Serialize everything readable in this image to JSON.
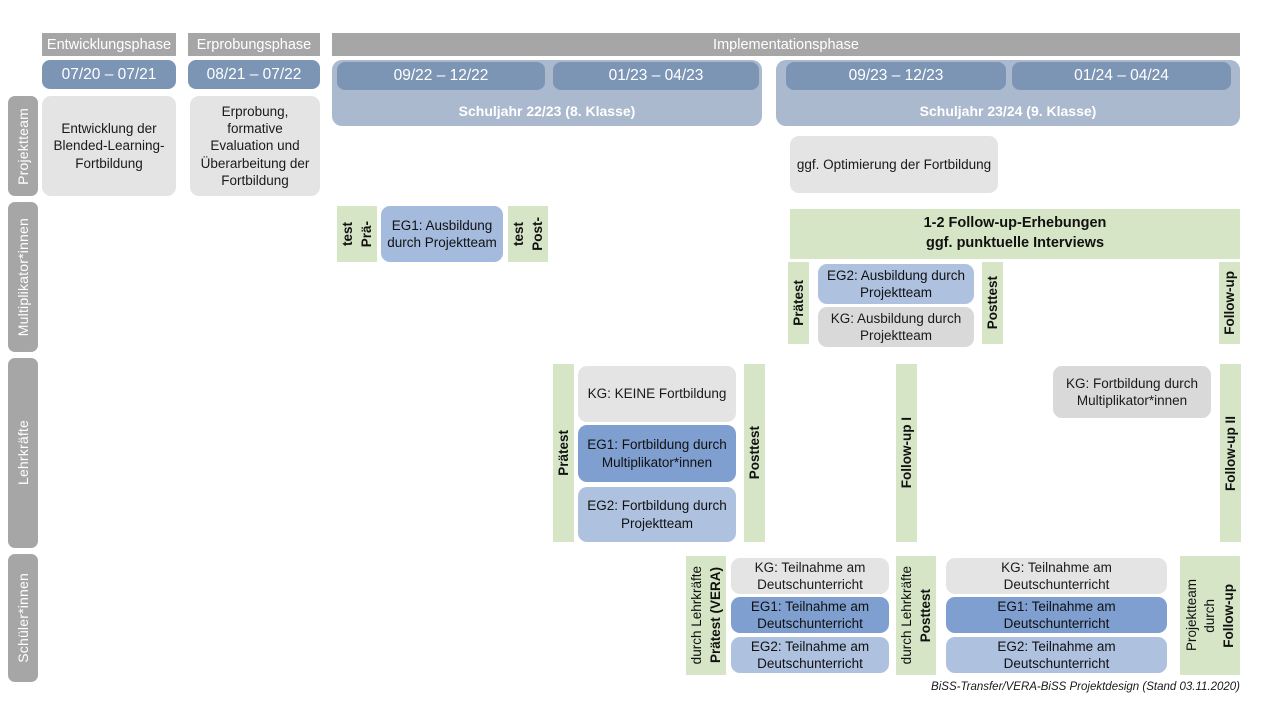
{
  "meta": {
    "footer_note": "BiSS-Transfer/VERA-BiSS Projektdesign (Stand 03.11.2020)"
  },
  "colors": {
    "grey_header": "#a6a6a6",
    "period_pill": "#7d95b4",
    "year_band": "#aab9cd",
    "box_grey": "#e4e4e4",
    "box_blue_dark": "#7f9fd0",
    "box_blue_light": "#aec2e0",
    "green_strip": "#d6e5c6"
  },
  "phases": [
    {
      "id": "entwicklung",
      "label": "Entwicklungsphase"
    },
    {
      "id": "erprobung",
      "label": "Erprobungsphase"
    },
    {
      "id": "implementation",
      "label": "Implementationsphase"
    }
  ],
  "periods": [
    {
      "id": "p1",
      "label": "07/20 – 07/21"
    },
    {
      "id": "p2",
      "label": "08/21 – 07/22"
    },
    {
      "id": "p3",
      "label": "09/22 – 12/22"
    },
    {
      "id": "p4",
      "label": "01/23 – 04/23"
    },
    {
      "id": "p5",
      "label": "09/23 – 12/23"
    },
    {
      "id": "p6",
      "label": "01/24 – 04/24"
    }
  ],
  "school_years": [
    {
      "id": "sy2223",
      "label": "Schuljahr 22/23 (8. Klasse)"
    },
    {
      "id": "sy2324",
      "label": "Schuljahr 23/24 (9. Klasse)"
    }
  ],
  "rows": [
    {
      "id": "projektteam",
      "label": "Projektteam"
    },
    {
      "id": "multiplikatoren",
      "label": "Multiplikator*innen"
    },
    {
      "id": "lehrkraefte",
      "label": "Lehrkräfte"
    },
    {
      "id": "schuelerinnen",
      "label": "Schüler*innen"
    }
  ],
  "projektteam": {
    "entwicklung": "Entwicklung der Blended-Learning-Fortbildung",
    "erprobung": "Erprobung, formative Evaluation und Überarbeitung der Fortbildung",
    "optimierung": "ggf. Optimierung der Fortbildung"
  },
  "multiplikatoren": {
    "praetest_line1": "Prä-",
    "praetest_line2": "test",
    "posttest_line1": "Post-",
    "posttest_line2": "test",
    "eg1_ausbildung": "EG1: Ausbildung durch Projektteam",
    "followup_banner_line1": "1-2 Follow-up-Erhebungen",
    "followup_banner_line2": "ggf. punktuelle Interviews",
    "praetest_2": "Prätest",
    "posttest_2": "Posttest",
    "followup": "Follow-up",
    "eg2_ausbildung": "EG2:  Ausbildung durch Projektteam",
    "kg_ausbildung": "KG: Ausbildung durch Projektteam"
  },
  "lehrkraefte": {
    "praetest": "Prätest",
    "posttest": "Posttest",
    "followup_1": "Follow-up I",
    "followup_2": "Follow-up II",
    "kg_keine": "KG:  KEINE Fortbildung",
    "eg1": "EG1: Fortbildung durch Multiplikator*innen",
    "eg2": "EG2: Fortbildung durch Projektteam",
    "kg_fortbildung": "KG: Fortbildung durch Multiplikator*innen"
  },
  "schuelerinnen": {
    "praetest_bold": "Prätest (VERA)",
    "praetest_reg": "durch Lehrkräfte",
    "posttest_bold": "Posttest",
    "posttest_reg": "durch Lehrkräfte",
    "followup_bold": "Follow-up",
    "followup_reg1": "durch",
    "followup_reg2": "Projektteam",
    "block1": {
      "kg": "KG: Teilnahme am Deutschunterricht",
      "eg1": "EG1: Teilnahme am Deutschunterricht",
      "eg2": "EG2: Teilnahme am Deutschunterricht"
    },
    "block2": {
      "kg": "KG: Teilnahme am Deutschunterricht",
      "eg1": "EG1: Teilnahme am Deutschunterricht",
      "eg2": "EG2: Teilnahme am Deutschunterricht"
    }
  }
}
